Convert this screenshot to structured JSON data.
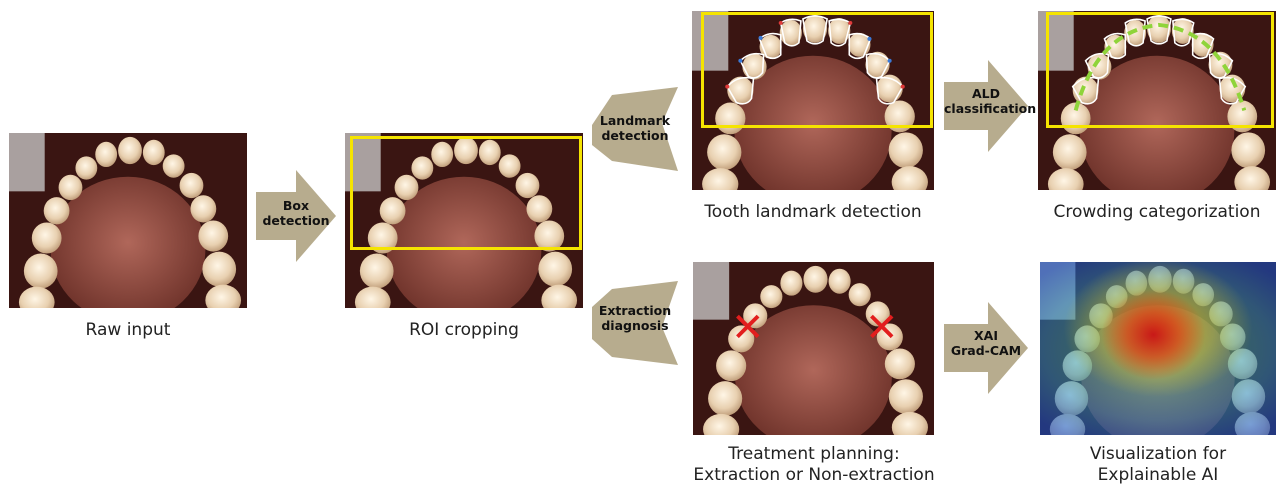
{
  "captions": {
    "raw_input": "Raw input",
    "roi_cropping": "ROI cropping",
    "tooth_landmark": "Tooth landmark detection",
    "crowding": "Crowding  categorization",
    "treatment": "Treatment planning:\nExtraction or Non-extraction",
    "visualization": "Visualization for\nExplainable AI"
  },
  "arrows": {
    "box_detection": "Box\ndetection",
    "landmark_detection": "Landmark\ndetection",
    "extraction_diagnosis": "Extraction\ndiagnosis",
    "ald_classification": "ALD\nclassification",
    "xai_gradcam": "XAI\nGrad-CAM"
  },
  "colors": {
    "arrow_fill": "#b7ac8e",
    "roi_box": "#f5e400",
    "landmark_outline": "#ffffff",
    "arch_curve": "#8fd43a",
    "extraction_mark": "#e21e1e"
  }
}
